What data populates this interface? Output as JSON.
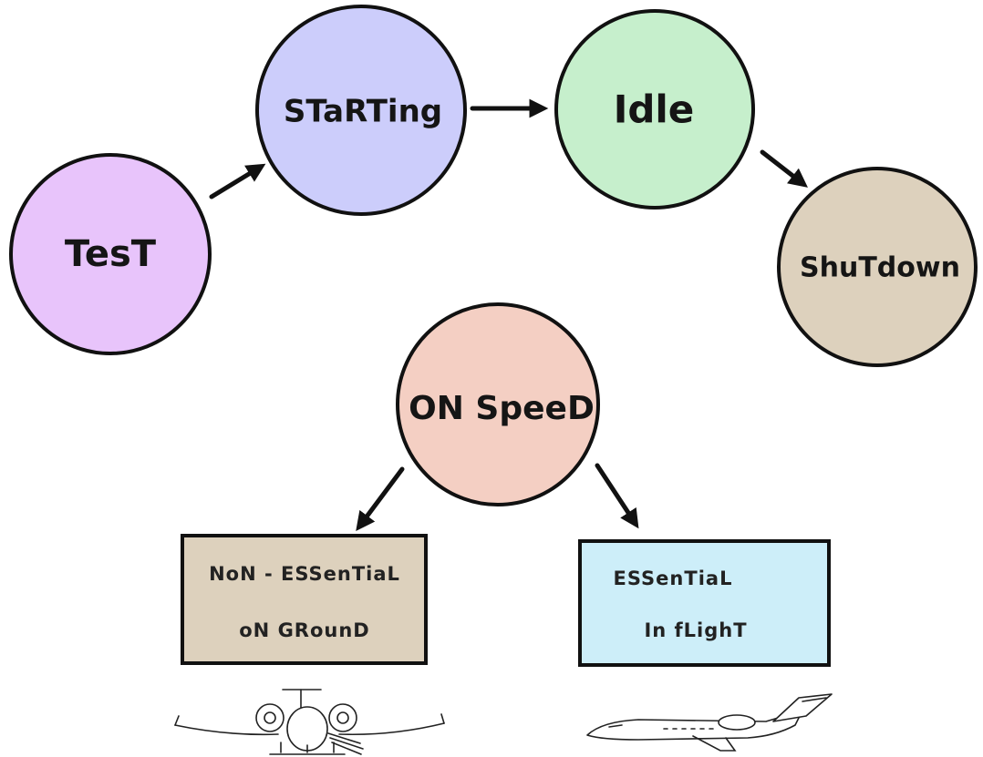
{
  "states": [
    {
      "id": "test",
      "label": "TesT",
      "color": "#e8c4fb"
    },
    {
      "id": "starting",
      "label": "STaRTing",
      "color": "#cccdfb"
    },
    {
      "id": "idle",
      "label": "Idle",
      "color": "#c6efcc"
    },
    {
      "id": "shutdown",
      "label": "ShuTdown",
      "color": "#ddd1bd"
    },
    {
      "id": "on-speed",
      "label": "ON SpeeD",
      "color": "#f4cfc3"
    }
  ],
  "modes": [
    {
      "id": "non-essential",
      "line1": "NoN - ESSenTiaL",
      "line2": "oN GRounD",
      "color": "#ddd1bd"
    },
    {
      "id": "essential",
      "line1": "ESSenTiaL",
      "line2": "In fLighT",
      "color": "#cdeef9"
    }
  ],
  "transitions": [
    {
      "from": "test",
      "to": "starting"
    },
    {
      "from": "starting",
      "to": "idle"
    },
    {
      "from": "idle",
      "to": "shutdown"
    },
    {
      "from": "on-speed",
      "to": "non-essential"
    },
    {
      "from": "on-speed",
      "to": "essential"
    }
  ],
  "illustrations": [
    {
      "id": "aircraft-front-view",
      "under": "non-essential"
    },
    {
      "id": "aircraft-side-view",
      "under": "essential"
    }
  ]
}
